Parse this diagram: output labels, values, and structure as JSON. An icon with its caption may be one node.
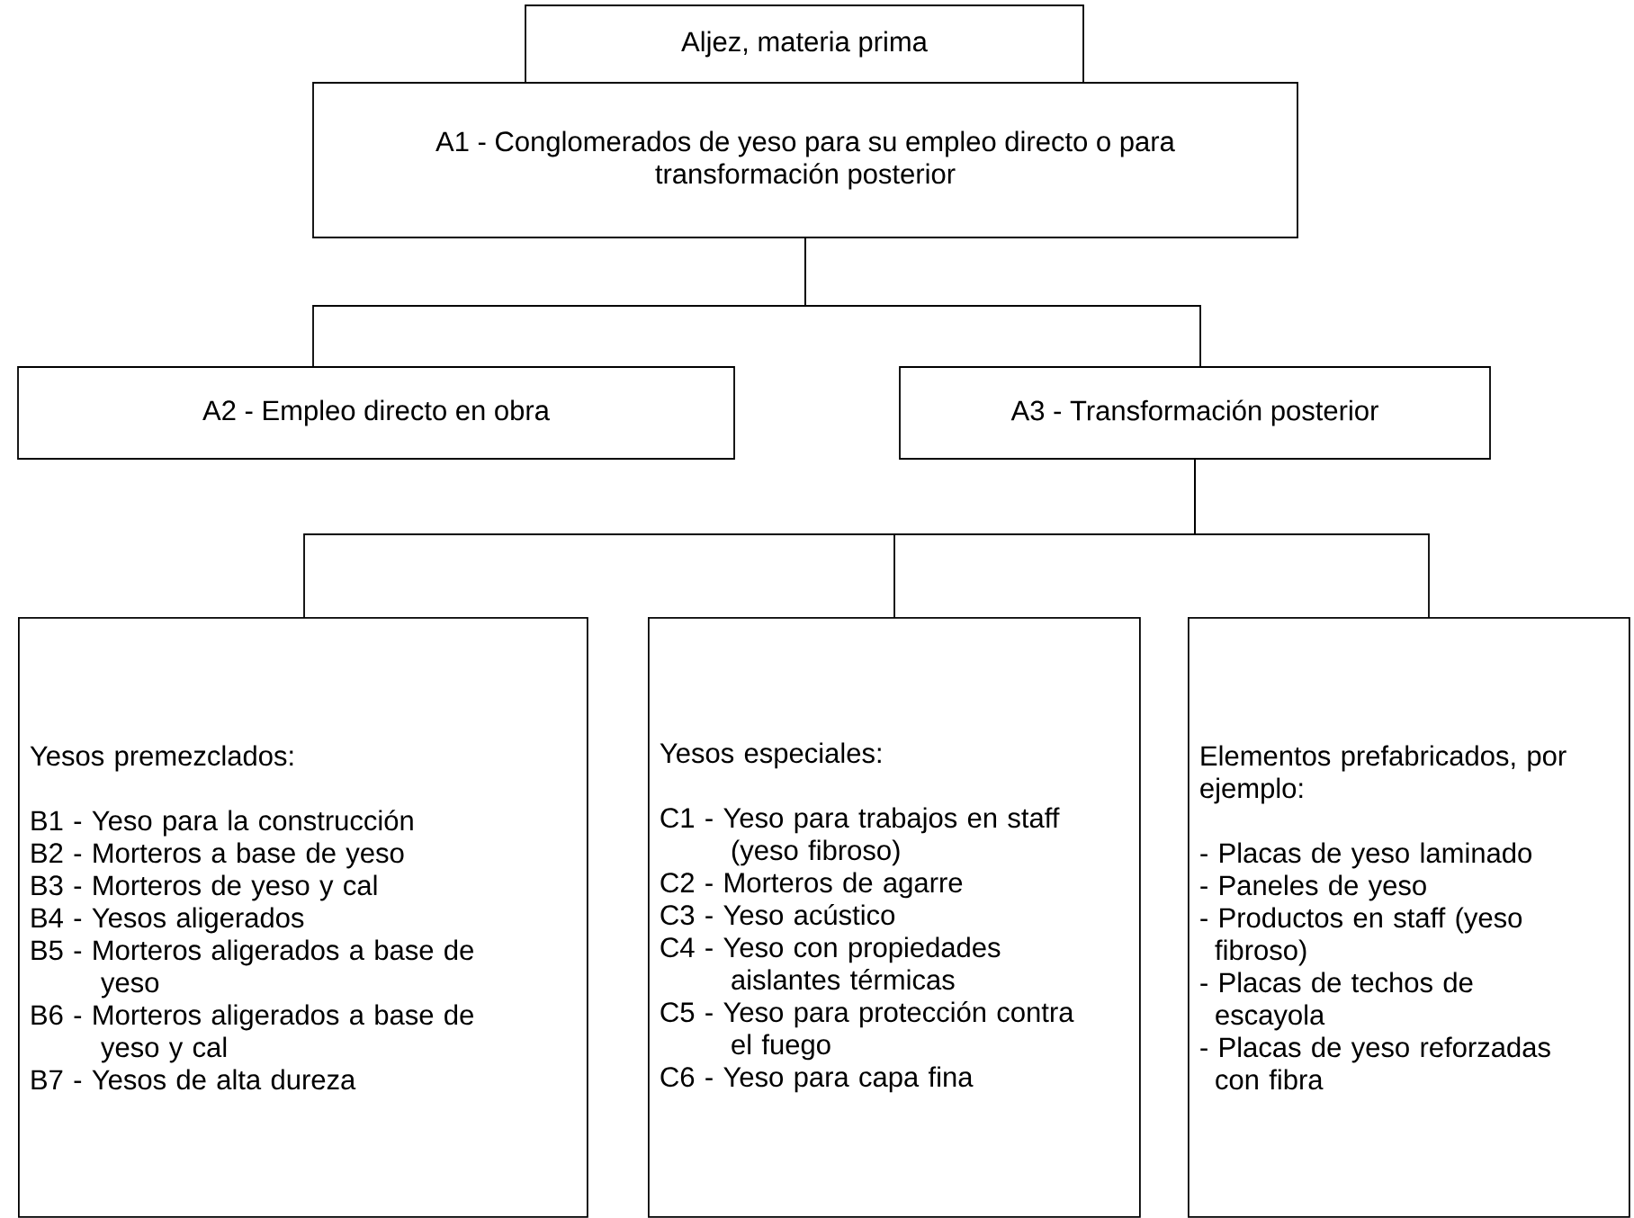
{
  "diagram": {
    "nodes": [
      {
        "text": [
          "Aljez, materia prima"
        ]
      },
      {
        "text": [
          "A1 - Conglomerados de yeso para su empleo directo o para transformación posterior"
        ]
      },
      {
        "text": [
          "A2 - Empleo directo en obra"
        ]
      },
      {
        "text": [
          "A3 - Transformación posterior"
        ]
      },
      {
        "text": [
          "Yesos premezclados:",
          "B1 - Yeso para la construcción",
          "B2 - Morteros a base de yeso",
          "B3 - Morteros de yeso y cal",
          "B4 - Yesos aligerados",
          "B5 - Morteros aligerados a base de yeso",
          "B6 - Morteros aligerados a base de yeso y cal",
          "B7 - Yesos de alta dureza"
        ]
      },
      {
        "text": [
          "Yesos especiales:",
          "C1 - Yeso para trabajos en staff (yeso fibroso)",
          "C2 - Morteros de agarre",
          "C3 - Yeso acústico",
          "C4 - Yeso con propiedades aislantes térmicas",
          "C5 - Yeso para protección contra el fuego",
          "C6 - Yeso para capa fina"
        ]
      },
      {
        "text": [
          "Elementos prefabricados, por ejemplo:",
          "- Placas de yeso laminado",
          "- Paneles de yeso",
          "- Productos en staff (yeso fibroso)",
          "- Placas de techos de escayola",
          "- Placas de yeso reforzadas con fibra"
        ]
      }
    ],
    "edges": [
      {
        "from": 1,
        "to": 2,
        "arrow": "none"
      },
      {
        "from": 1,
        "to": 3,
        "arrow": "none"
      },
      {
        "from": 3,
        "to": 4,
        "arrow": "none"
      },
      {
        "from": 3,
        "to": 5,
        "arrow": "none"
      },
      {
        "from": 3,
        "to": 6,
        "arrow": "none"
      }
    ]
  }
}
